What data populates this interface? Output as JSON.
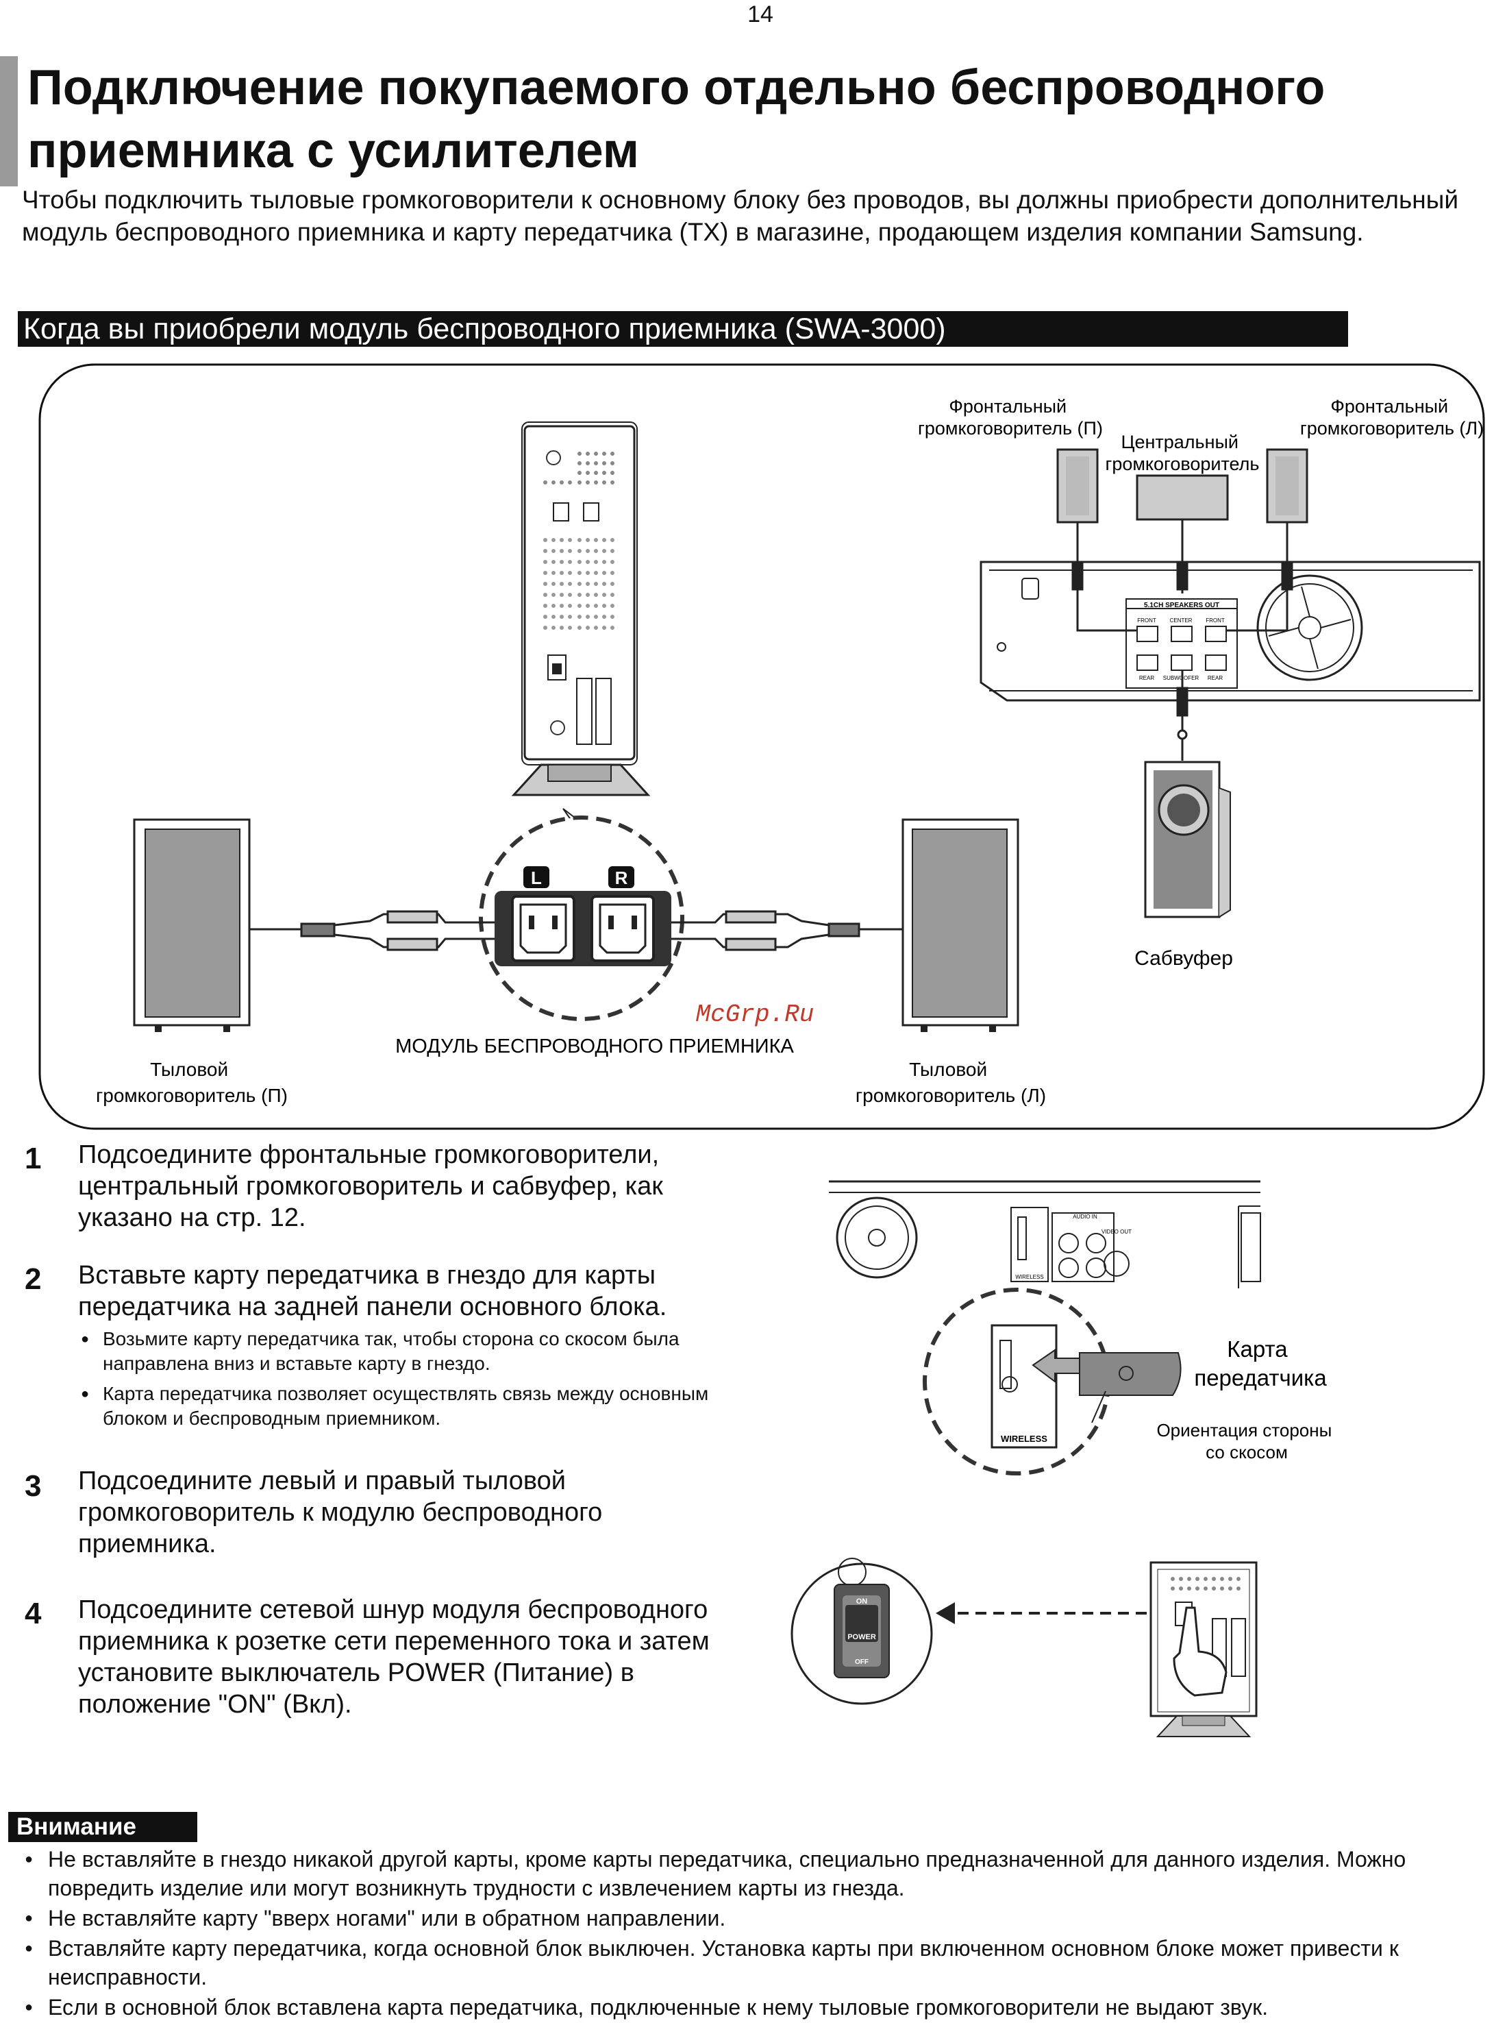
{
  "page_number": "14",
  "title": "Подключение покупаемого отдельно беспроводного приемника с усилителем",
  "intro": "Чтобы подключить тыловые громкоговорители к основному блоку без проводов, вы должны приобрести дополнительный модуль беспроводного приемника и карту передатчика (TX) в магазине, продающем изделия компании Samsung.",
  "section_heading": "Когда вы приобрели модуль беспроводного приемника (SWA-3000)",
  "diagram": {
    "front_right": "Фронтальный громкоговоритель (П)",
    "center": "Центральный громкоговоритель",
    "front_left": "Фронтальный громкоговоритель (Л)",
    "subwoofer": "Сабвуфер",
    "module_label": "МОДУЛЬ БЕСПРОВОДНОГО ПРИЕМНИКА",
    "watermark": "McGrp.Ru",
    "rear_right": "Тыловой громкоговоритель (П)",
    "rear_left": "Тыловой громкоговоритель (Л)",
    "port_l": "L",
    "port_r": "R",
    "speakers_out": "5.1CH SPEAKERS OUT",
    "panel_front": "FRONT",
    "panel_center": "CENTER",
    "panel_rear": "REAR",
    "panel_sub": "SUBWOOFER",
    "audio_in": "AUDIO IN",
    "video_out": "VIDEO OUT",
    "wireless": "WIRELESS",
    "tx_card": "Карта передатчика",
    "slant": "Ориентация стороны со скосом",
    "switch_on": "ON",
    "switch_power": "POWER",
    "switch_off": "OFF"
  },
  "steps": [
    {
      "num": "1",
      "text": "Подсоедините фронтальные громкоговорители, центральный громкоговоритель и сабвуфер, как указано на стр. 12."
    },
    {
      "num": "2",
      "text": "Вставьте карту передатчика в гнездо для карты передатчика на задней панели основного блока.",
      "bullets": [
        "Возьмите карту передатчика так, чтобы сторона со скосом была направлена вниз и вставьте карту в гнездо.",
        "Карта передатчика позволяет осуществлять связь между основным блоком и беспроводным приемником."
      ]
    },
    {
      "num": "3",
      "text": "Подсоедините левый и правый тыловой громкоговоритель к модулю беспроводного приемника."
    },
    {
      "num": "4",
      "text": "Подсоедините сетевой шнур модуля беспроводного приемника к розетке сети переменного тока и затем установите выключатель POWER (Питание) в положение \"ON\" (Вкл)."
    }
  ],
  "notice": {
    "heading": "Внимание",
    "items": [
      "Не вставляйте в гнездо никакой другой карты, кроме карты передатчика, специально предназначенной для данного изделия. Можно повредить изделие или могут возникнуть трудности с извлечением карты из гнезда.",
      "Не вставляйте карту \"вверх ногами\" или в обратном направлении.",
      "Вставляйте карту передатчика, когда основной блок выключен. Установка карты при включенном основном блоке может привести к неисправности.",
      "Если в основной блок вставлена карта передатчика, подключенные к нему тыловые громкоговорители не выдают звук."
    ]
  }
}
